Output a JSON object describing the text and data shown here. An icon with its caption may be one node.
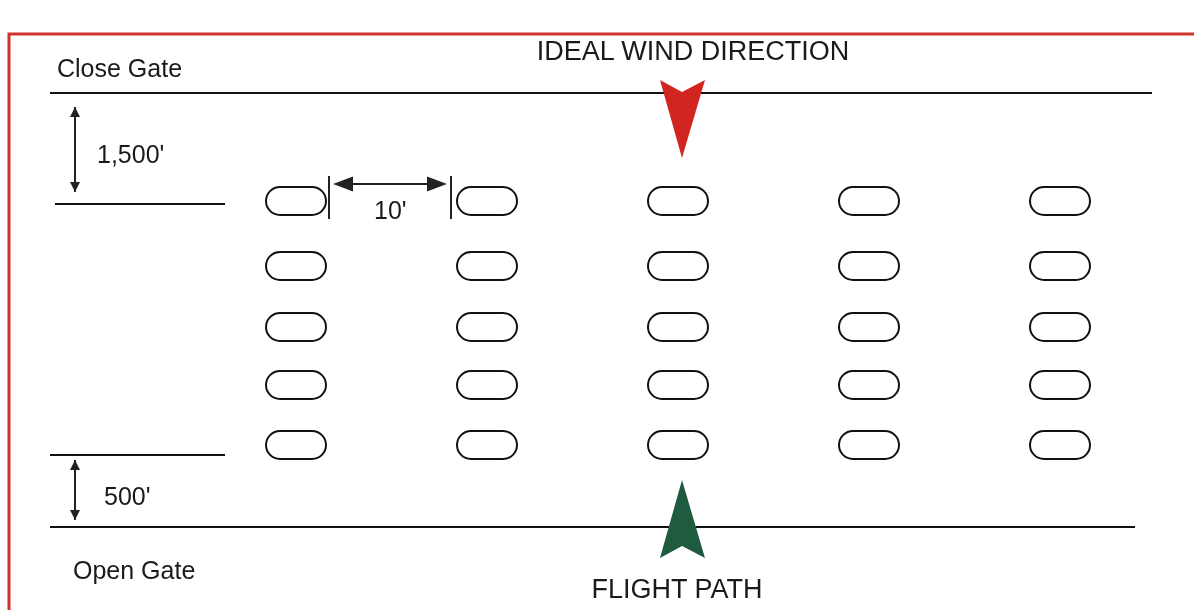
{
  "diagram": {
    "nodes": [
      {
        "text": [],
        "shape": "oval"
      },
      {
        "text": [],
        "shape": "oval"
      },
      {
        "text": [],
        "shape": "oval"
      },
      {
        "text": [],
        "shape": "oval"
      },
      {
        "text": [],
        "shape": "oval"
      },
      {
        "text": [],
        "shape": "oval"
      },
      {
        "text": [],
        "shape": "oval"
      },
      {
        "text": [],
        "shape": "oval"
      },
      {
        "text": [],
        "shape": "oval"
      },
      {
        "text": [],
        "shape": "oval"
      },
      {
        "text": [],
        "shape": "oval"
      },
      {
        "text": [],
        "shape": "oval"
      },
      {
        "text": [],
        "shape": "oval"
      },
      {
        "text": [],
        "shape": "oval"
      },
      {
        "text": [],
        "shape": "oval"
      },
      {
        "text": [],
        "shape": "oval"
      },
      {
        "text": [],
        "shape": "oval"
      },
      {
        "text": [],
        "shape": "oval"
      },
      {
        "text": [],
        "shape": "oval"
      },
      {
        "text": [],
        "shape": "oval"
      },
      {
        "text": [],
        "shape": "oval"
      },
      {
        "text": [],
        "shape": "oval"
      },
      {
        "text": [],
        "shape": "oval"
      },
      {
        "text": [],
        "shape": "oval"
      },
      {
        "text": [],
        "shape": "oval"
      }
    ],
    "labels": [
      "Close Gate",
      "IDEAL WIND DIRECTION",
      "1,500'",
      "10'",
      "500'",
      "Open Gate",
      "FLIGHT PATH"
    ]
  }
}
